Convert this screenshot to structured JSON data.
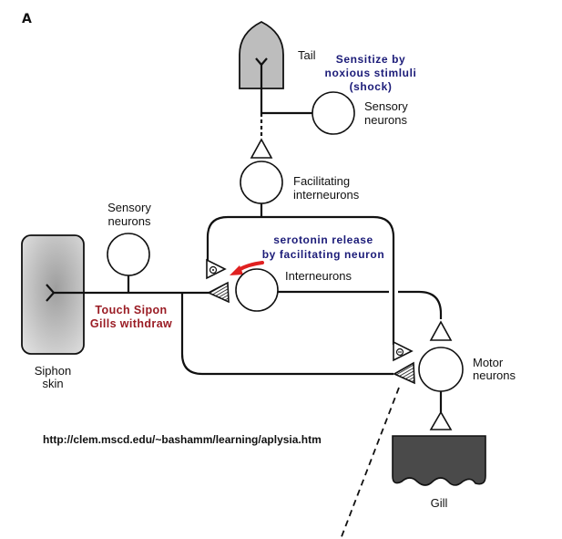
{
  "panel_label": "A",
  "labels": {
    "tail": "Tail",
    "tail_sensory_neurons": [
      "Sensory",
      "neurons"
    ],
    "facilitating_interneurons": [
      "Facilitating",
      "interneurons"
    ],
    "siphon_sensory_neurons": [
      "Sensory",
      "neurons"
    ],
    "interneurons": "Interneurons",
    "siphon_skin": [
      "Siphon",
      "skin"
    ],
    "motor_neurons": [
      "Motor",
      "neurons"
    ],
    "gill": "Gill"
  },
  "annotations": {
    "sensitize": [
      "Sensitize by",
      "noxious stimluli",
      "(shock)"
    ],
    "serotonin": [
      "serotonin release",
      "by facilitating neuron"
    ],
    "touch": [
      "Touch Sipon",
      "Gills withdraw"
    ]
  },
  "source_url": "http://clem.mscd.edu/~bashamm/learning/aplysia.htm",
  "colors": {
    "annotation_blue": "#1b1b78",
    "annotation_red": "#9a1c24",
    "arrow_red": "#e02020",
    "gill_fill": "#4a4a4a",
    "skin_fill": "#bdbdbd"
  }
}
